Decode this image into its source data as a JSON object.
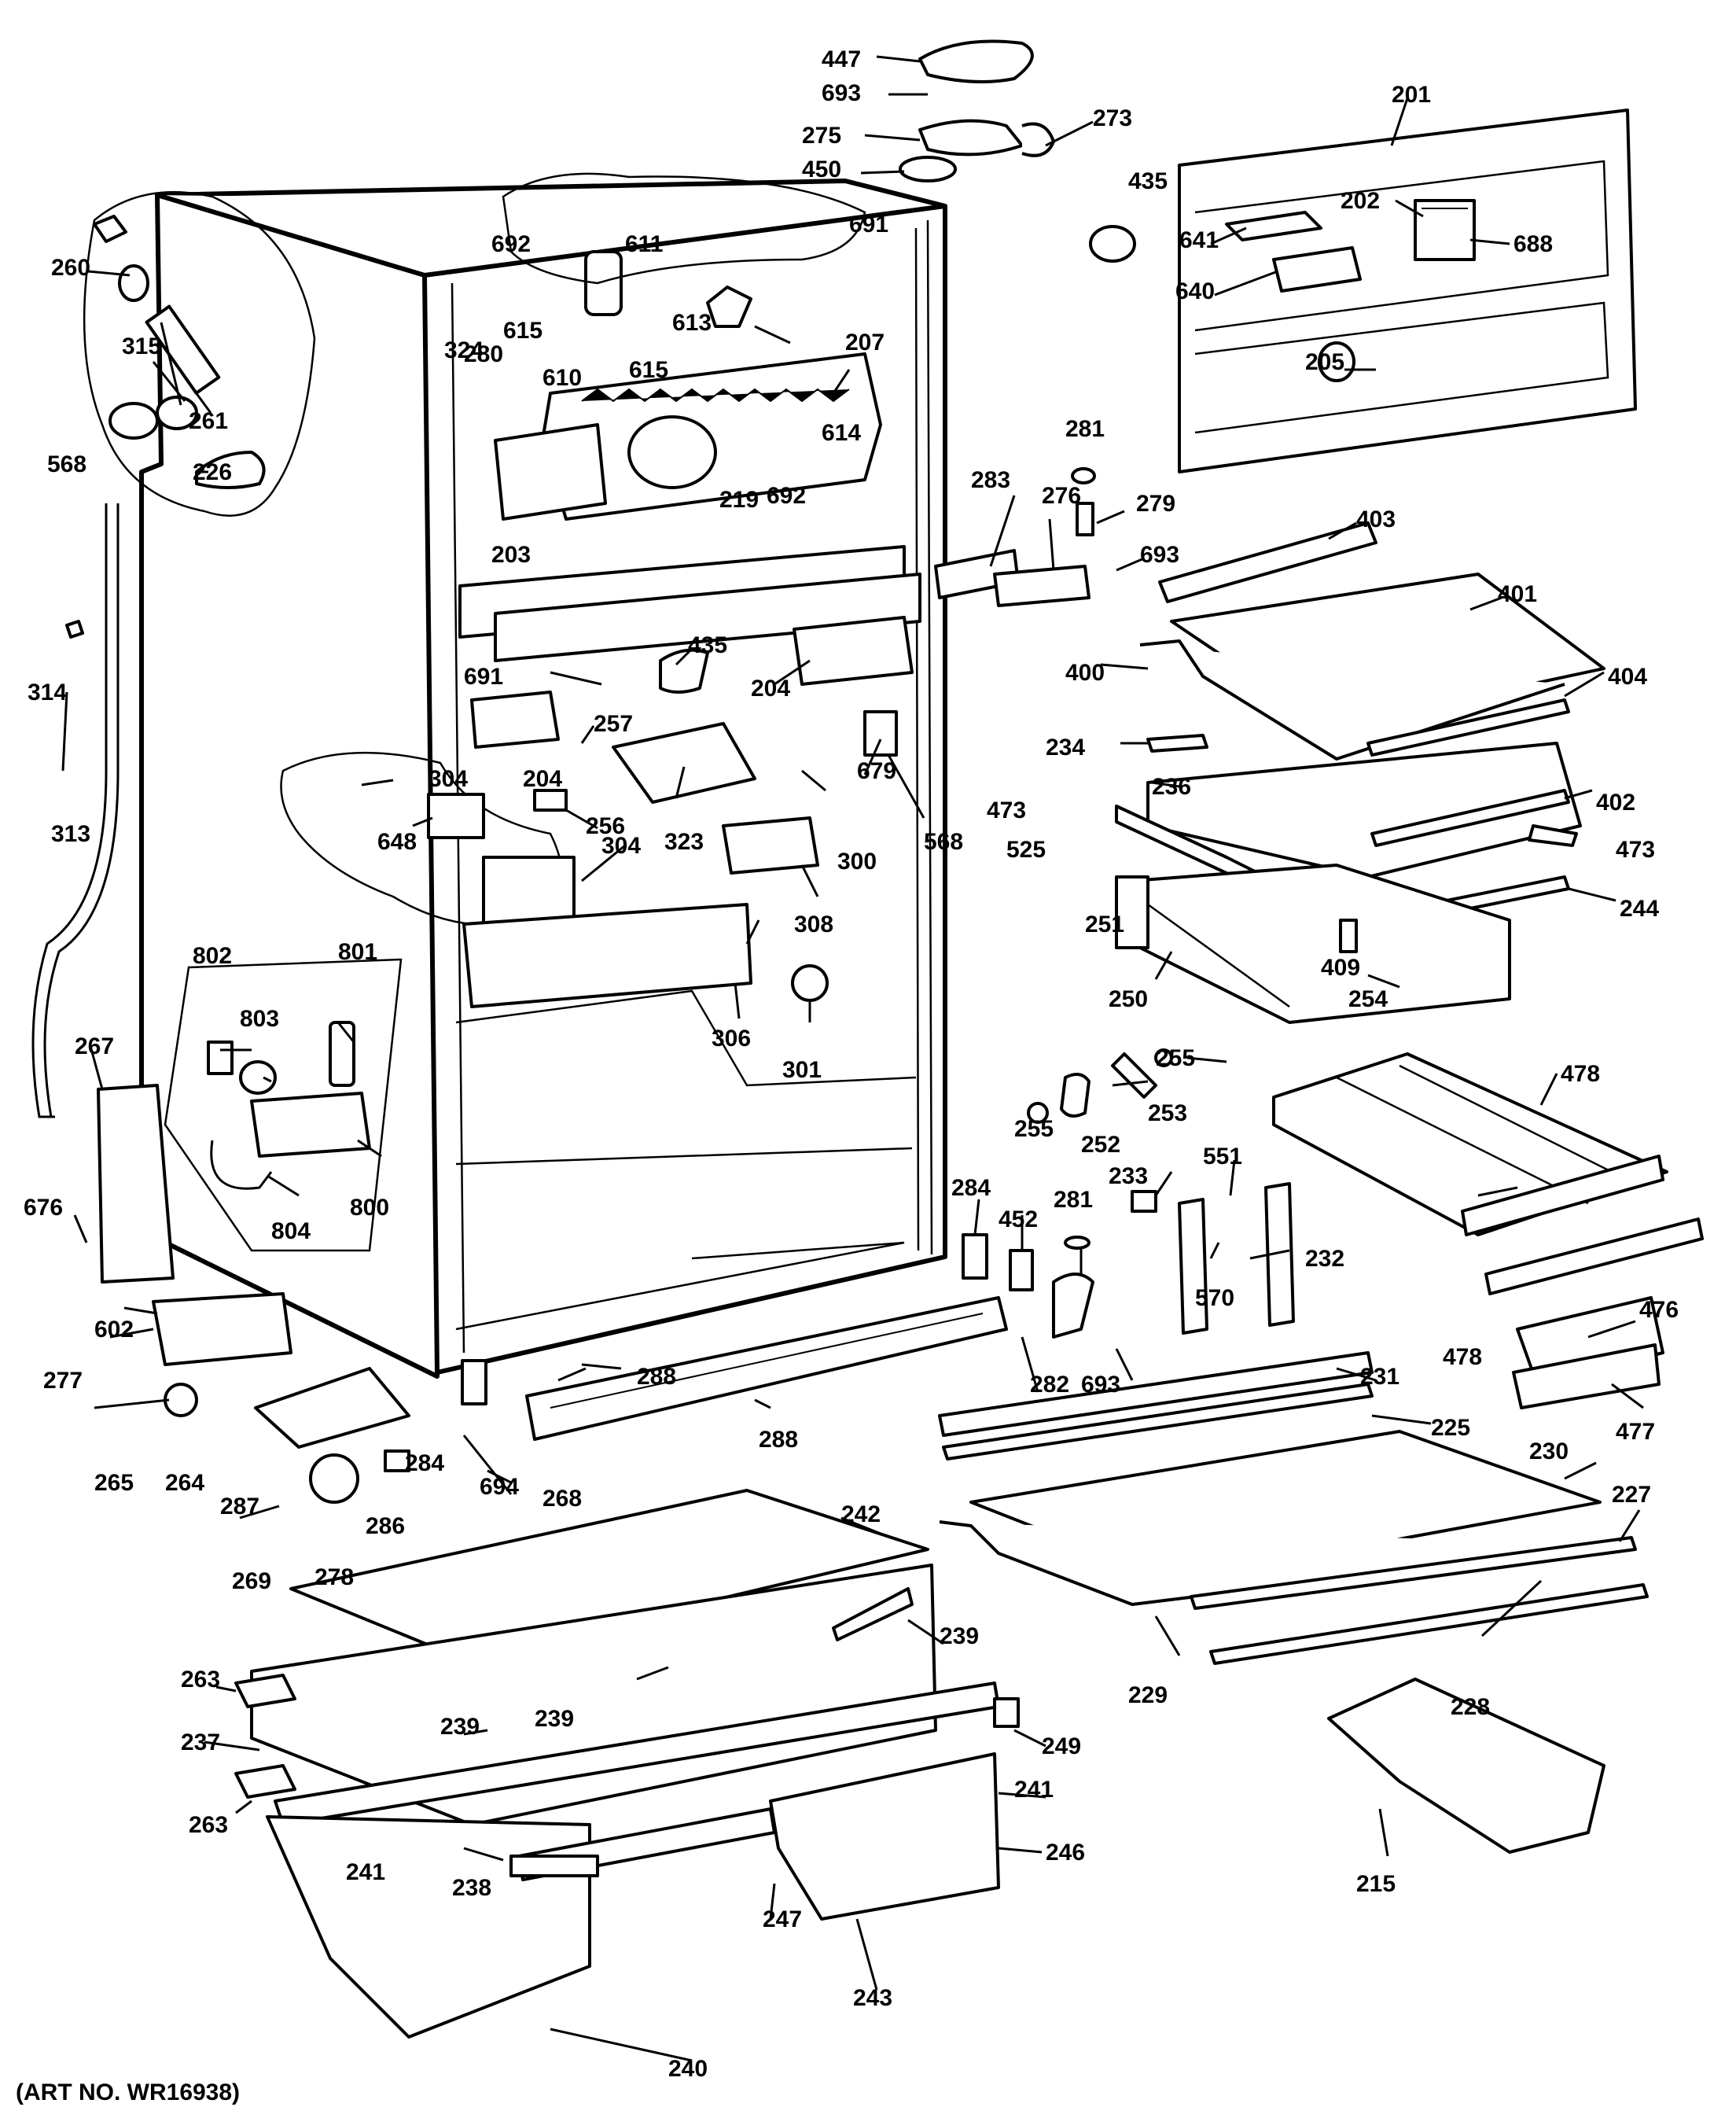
{
  "art_number": "(ART NO. WR16938)",
  "callouts": [
    "447",
    "693",
    "275",
    "450",
    "273",
    "435",
    "201",
    "202",
    "641",
    "688",
    "640",
    "205",
    "691",
    "692",
    "611",
    "260",
    "315",
    "261",
    "568",
    "226",
    "280",
    "615",
    "610",
    "615",
    "613",
    "207",
    "324",
    "614",
    "692",
    "281",
    "279",
    "283",
    "276",
    "693",
    "403",
    "401",
    "219",
    "203",
    "435",
    "204",
    "691",
    "400",
    "404",
    "234",
    "236",
    "402",
    "257",
    "679",
    "204",
    "304",
    "256",
    "648",
    "304",
    "323",
    "300",
    "568",
    "473",
    "525",
    "473",
    "244",
    "308",
    "251",
    "313",
    "314",
    "802",
    "801",
    "803",
    "409",
    "254",
    "250",
    "267",
    "306",
    "301",
    "255",
    "253",
    "255",
    "252",
    "478",
    "800",
    "804",
    "551",
    "233",
    "281",
    "676",
    "284",
    "452",
    "232",
    "570",
    "602",
    "282",
    "693",
    "478",
    "476",
    "277",
    "288",
    "231",
    "225",
    "477",
    "265",
    "264",
    "694",
    "287",
    "288",
    "284",
    "268",
    "230",
    "227",
    "286",
    "269",
    "278",
    "242",
    "239",
    "263",
    "239",
    "239",
    "237",
    "249",
    "229",
    "228",
    "241",
    "263",
    "246",
    "241",
    "238",
    "247",
    "215",
    "243",
    "240"
  ]
}
